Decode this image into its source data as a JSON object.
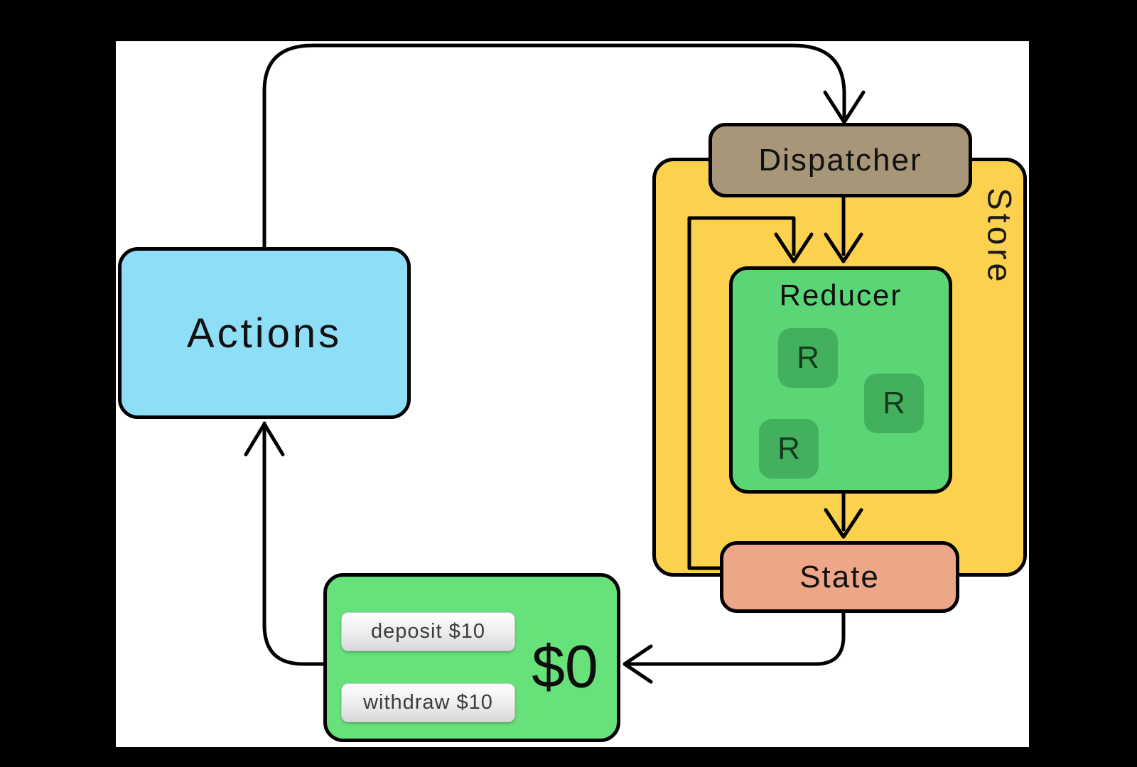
{
  "nodes": {
    "actions": {
      "label": "Actions",
      "color": "#8edef8"
    },
    "dispatcher": {
      "label": "Dispatcher",
      "color": "#a89678"
    },
    "store": {
      "label": "Store",
      "color": "#fcd14e"
    },
    "reducer": {
      "label": "Reducer",
      "color": "#5bd677",
      "chip_color": "#43b05e",
      "chips": [
        {
          "label": "R"
        },
        {
          "label": "R"
        },
        {
          "label": "R"
        }
      ]
    },
    "state": {
      "label": "State",
      "color": "#eda687"
    },
    "view": {
      "color": "#67e17a",
      "balance": "$0",
      "buttons": [
        {
          "label": "deposit $10"
        },
        {
          "label": "withdraw $10"
        }
      ]
    }
  },
  "canvas": {
    "background": "#000000",
    "page_background": "#ffffff",
    "line_color": "#000000"
  }
}
